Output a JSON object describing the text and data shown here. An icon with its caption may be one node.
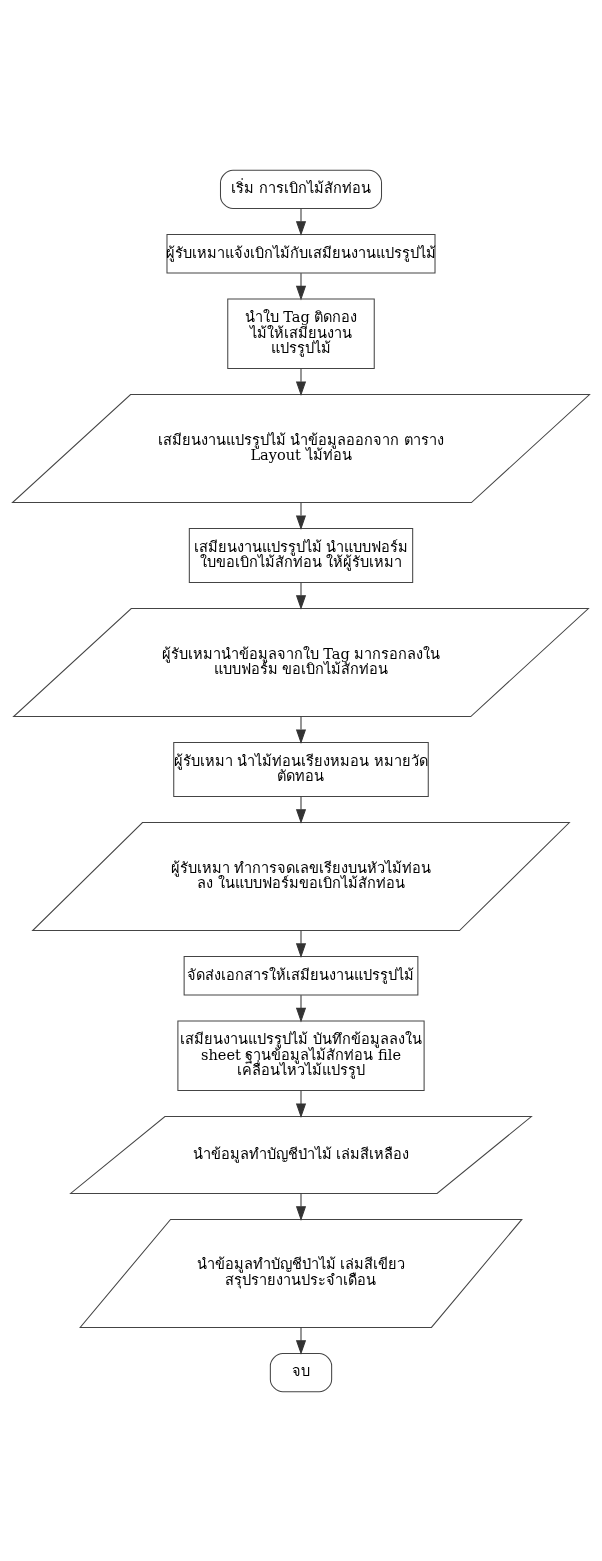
{
  "diagram": {
    "nodes": [
      {
        "text": [
          "เริ่ม การเบิกไม้สักท่อน"
        ]
      },
      {
        "text": [
          "ผู้รับเหมาแจ้งเบิกไม้กับเสมียนงานแปรรูปไม้"
        ]
      },
      {
        "text": [
          "นำใบ Tag ติดกอง ไม้ให้เสมียนงาน แปรรูปไม้"
        ]
      },
      {
        "text": [
          "เสมียนงานแปรรูปไม้ นำข้อมูลออกจาก ตาราง Layout ไม้ท่อน"
        ]
      },
      {
        "text": [
          "เสมียนงานแปรรูปไม้ นำแบบฟอร์ม ใบขอเบิกไม้สักท่อน ให้ผู้รับเหมา"
        ]
      },
      {
        "text": [
          "ผู้รับเหมานำข้อมูลจากใบ Tag มากรอกลงใน แบบฟอร์ม ขอเบิกไม้สักท่อน"
        ]
      },
      {
        "text": [
          "ผู้รับเหมา นำไม้ท่อนเรียงหมอน หมายวัด ตัดทอน"
        ]
      },
      {
        "text": [
          "ผู้รับเหมา ทำการจดเลขเรียงบนหัวไม้ท่อน ลง ในแบบฟอร์มขอเบิกไม้สักท่อน"
        ]
      },
      {
        "text": [
          "จัดส่งเอกสารให้เสมียนงานแปรรูปไม้"
        ]
      },
      {
        "text": [
          "เสมียนงานแปรรูปไม้ บันทึกข้อมูลลงใน sheet ฐานข้อมูลไม้สักท่อน file เคลื่อนไหวไม้แปรรูป"
        ]
      },
      {
        "text": [
          "นำข้อมูลทำบัญชีป่าไม้ เล่มสีเหลือง"
        ]
      },
      {
        "text": [
          "นำข้อมูลทำบัญชีป่าไม้ เล่มสีเขียว สรุปรายงานประจำเดือน"
        ]
      },
      {
        "text": [
          "จบ"
        ]
      }
    ],
    "edges": [
      {
        "from": 0,
        "to": 1,
        "arrow": "to"
      },
      {
        "from": 1,
        "to": 2,
        "arrow": "to"
      },
      {
        "from": 2,
        "to": 3,
        "arrow": "to"
      },
      {
        "from": 3,
        "to": 4,
        "arrow": "to"
      },
      {
        "from": 4,
        "to": 5,
        "arrow": "to"
      },
      {
        "from": 5,
        "to": 6,
        "arrow": "to"
      },
      {
        "from": 6,
        "to": 7,
        "arrow": "to"
      },
      {
        "from": 7,
        "to": 8,
        "arrow": "to"
      },
      {
        "from": 8,
        "to": 9,
        "arrow": "to"
      },
      {
        "from": 9,
        "to": 10,
        "arrow": "to"
      },
      {
        "from": 10,
        "to": 11,
        "arrow": "to"
      },
      {
        "from": 11,
        "to": 12,
        "arrow": "to"
      }
    ]
  }
}
